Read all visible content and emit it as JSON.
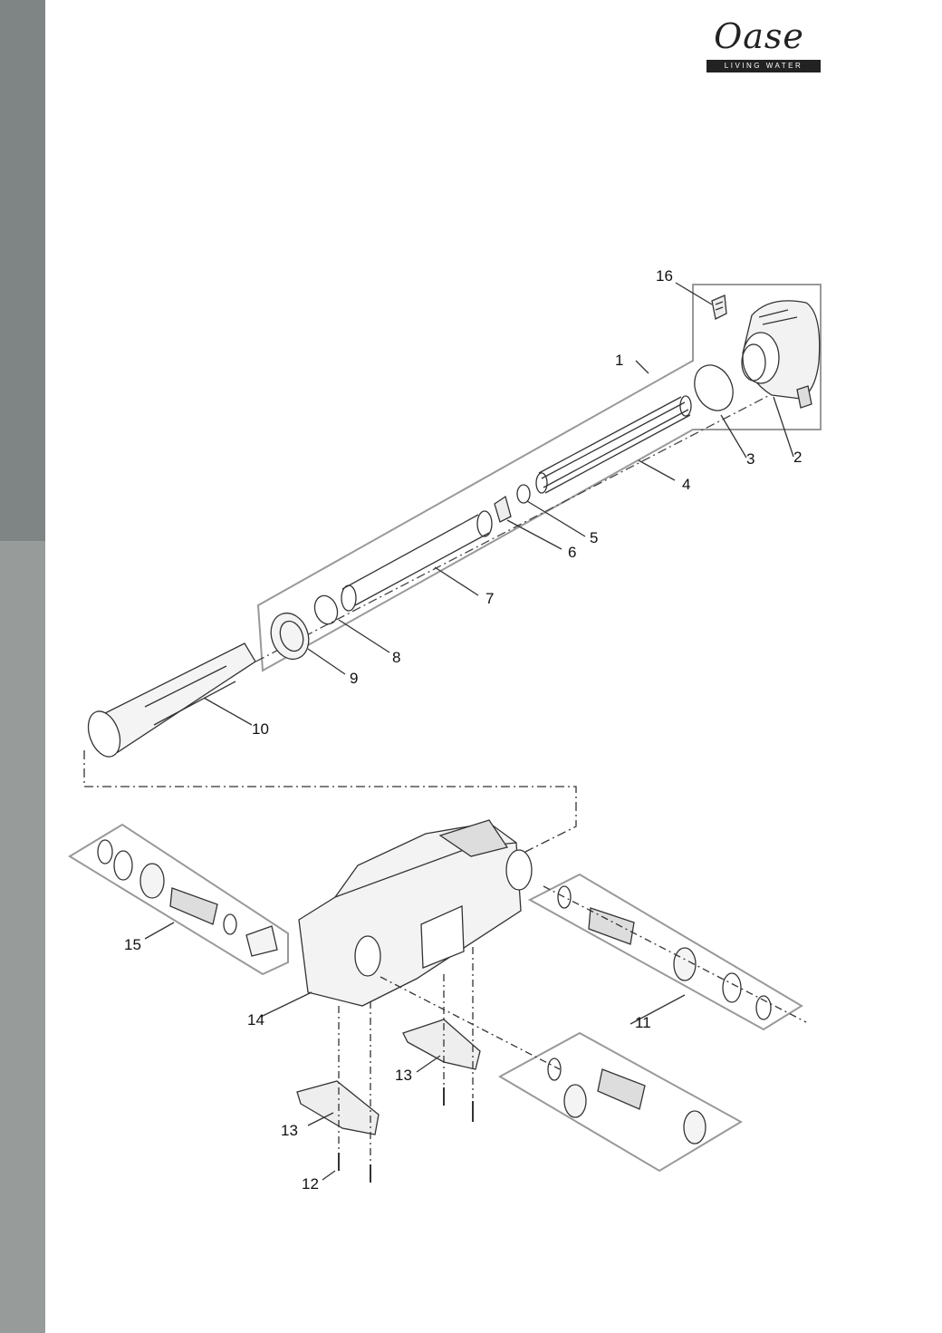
{
  "brand": {
    "name": "Oase",
    "tagline": "LIVING WATER"
  },
  "callouts": [
    {
      "id": "label-16",
      "text": "16"
    },
    {
      "id": "label-1",
      "text": "1"
    },
    {
      "id": "label-3",
      "text": "3"
    },
    {
      "id": "label-2",
      "text": "2"
    },
    {
      "id": "label-4",
      "text": "4"
    },
    {
      "id": "label-5",
      "text": "5"
    },
    {
      "id": "label-6",
      "text": "6"
    },
    {
      "id": "label-7",
      "text": "7"
    },
    {
      "id": "label-8",
      "text": "8"
    },
    {
      "id": "label-9",
      "text": "9"
    },
    {
      "id": "label-10",
      "text": "10"
    },
    {
      "id": "label-15",
      "text": "15"
    },
    {
      "id": "label-14",
      "text": "14"
    },
    {
      "id": "label-11",
      "text": "11"
    },
    {
      "id": "label-13a",
      "text": "13"
    },
    {
      "id": "label-13b",
      "text": "13"
    },
    {
      "id": "label-12",
      "text": "12"
    }
  ]
}
